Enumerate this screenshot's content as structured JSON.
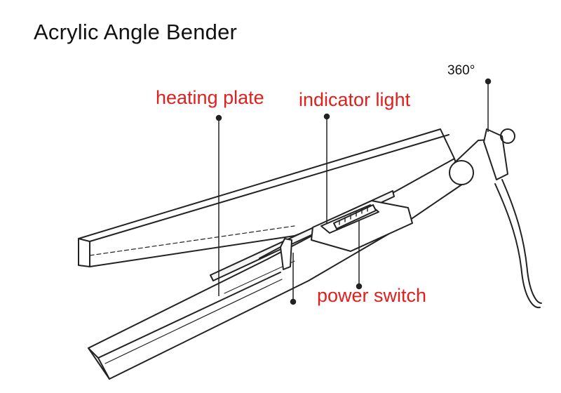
{
  "title": "Acrylic Angle Bender",
  "colors": {
    "callout_text": "#e0201c",
    "line_art": "#222222",
    "title_text": "#111111"
  },
  "callouts": {
    "heating_plate": "heating plate",
    "indicator_light": "indicator light",
    "power_switch": "power switch",
    "rotation": "360°"
  }
}
